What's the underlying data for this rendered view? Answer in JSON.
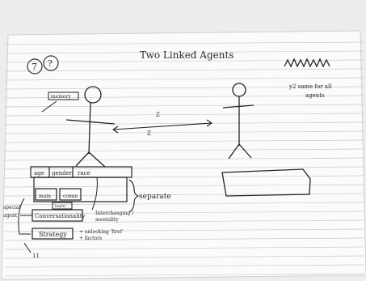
{
  "title": "Two Linked Agents",
  "circled_marks": [
    "7",
    "?"
  ],
  "top_right_note": "y2 same for all agents",
  "left_agent": {
    "head_label": "memory",
    "box_top_labels": [
      "age",
      "gender",
      "race"
    ],
    "inner_labels": [
      "main",
      "comm"
    ],
    "small_label": "learn",
    "middle_label": "Conversationality",
    "middle_note": "Interchanging / mentality",
    "bottom_label": "Strategy",
    "bottom_note": "+ unlocking 'first' + factors",
    "side_text": "separate",
    "left_margin_texts": [
      "special",
      "agent"
    ],
    "bottom_arrow_mark": "11"
  },
  "link_marks": [
    "Z",
    "Z"
  ]
}
